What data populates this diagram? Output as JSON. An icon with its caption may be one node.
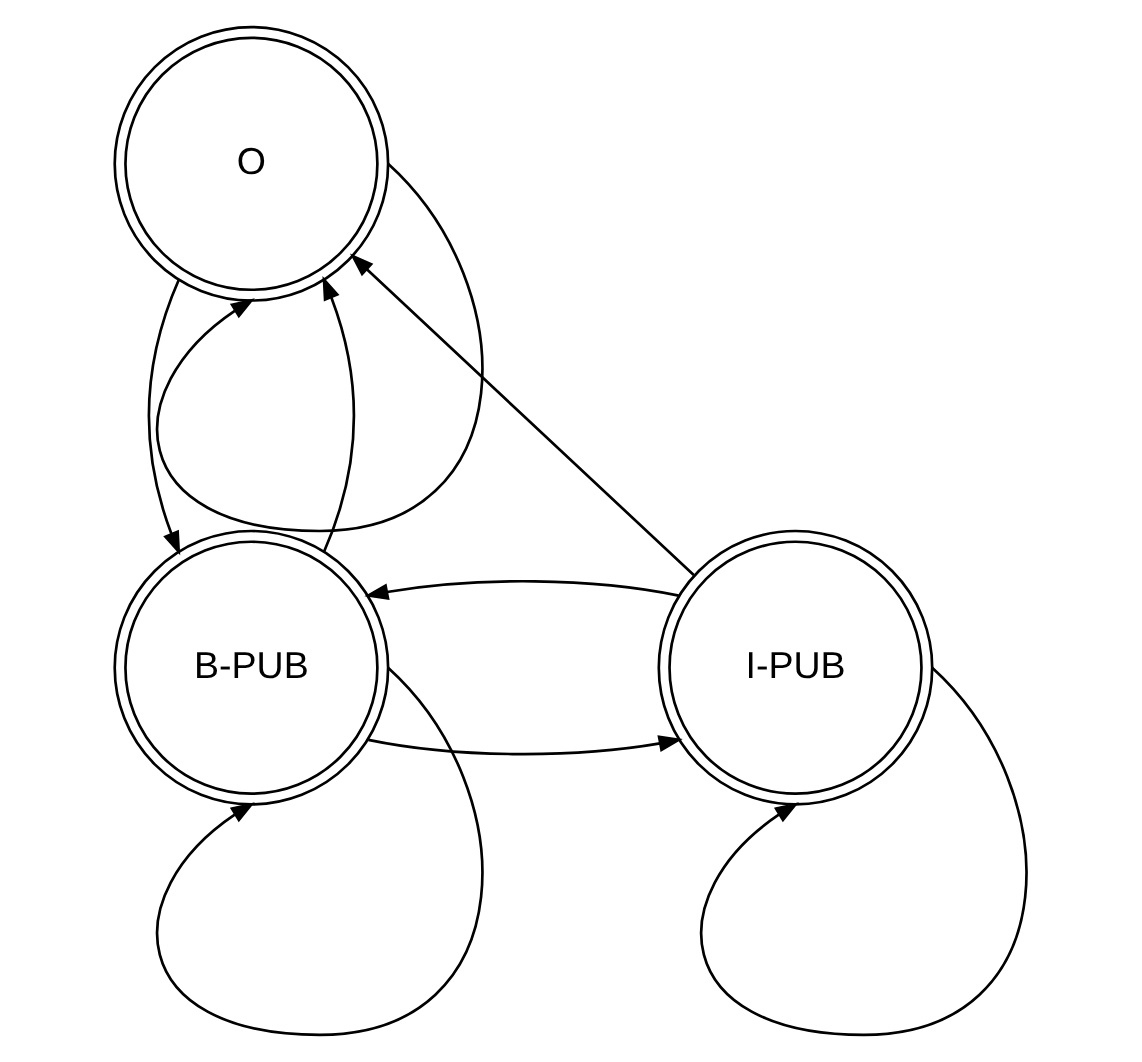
{
  "diagram": {
    "nodes": [
      {
        "text": [
          "B-PUB"
        ]
      },
      {
        "text": [
          "I-PUB"
        ]
      },
      {
        "text": [
          "O"
        ]
      }
    ],
    "edges": [
      {
        "from": 0,
        "to": 0,
        "arrow": "to"
      },
      {
        "from": 0,
        "to": 1,
        "arrow": "to"
      },
      {
        "from": 1,
        "to": 1,
        "arrow": "to"
      },
      {
        "from": 1,
        "to": 0,
        "arrow": "to"
      },
      {
        "from": 0,
        "to": 2,
        "arrow": "to"
      },
      {
        "from": 2,
        "to": 0,
        "arrow": "to"
      },
      {
        "from": 2,
        "to": 2,
        "arrow": "to"
      },
      {
        "from": 1,
        "to": 2,
        "arrow": "to"
      }
    ]
  }
}
